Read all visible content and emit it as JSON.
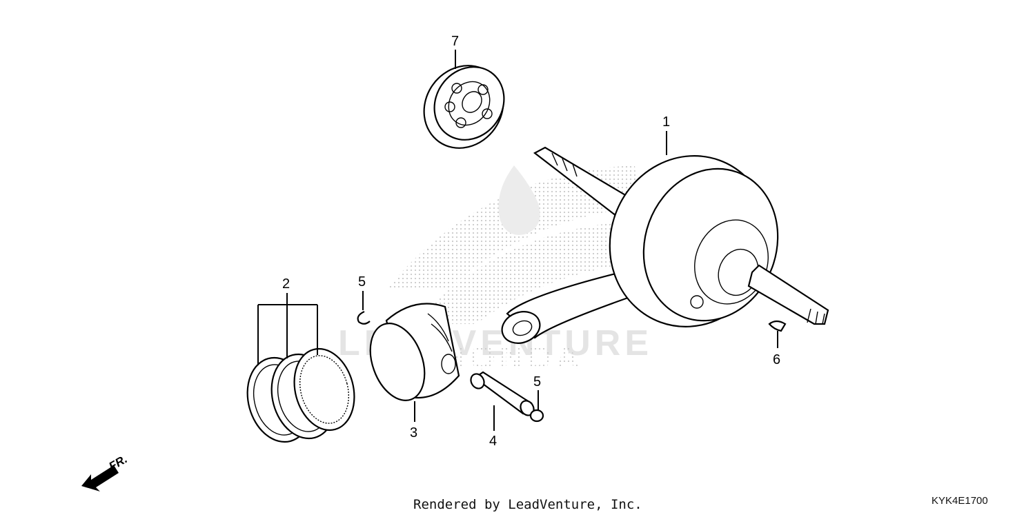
{
  "diagram": {
    "callouts": [
      {
        "id": "1",
        "label": "1"
      },
      {
        "id": "2",
        "label": "2"
      },
      {
        "id": "3",
        "label": "3"
      },
      {
        "id": "4",
        "label": "4"
      },
      {
        "id": "5a",
        "label": "5"
      },
      {
        "id": "5b",
        "label": "5"
      },
      {
        "id": "6",
        "label": "6"
      },
      {
        "id": "7",
        "label": "7"
      }
    ],
    "direction_label": "FR.",
    "watermark_text": "LEADVENTURE",
    "watermark_brand": "HONDA"
  },
  "footer": {
    "credit": "Rendered by LeadVenture, Inc.",
    "diagram_code": "KYK4E1700"
  }
}
